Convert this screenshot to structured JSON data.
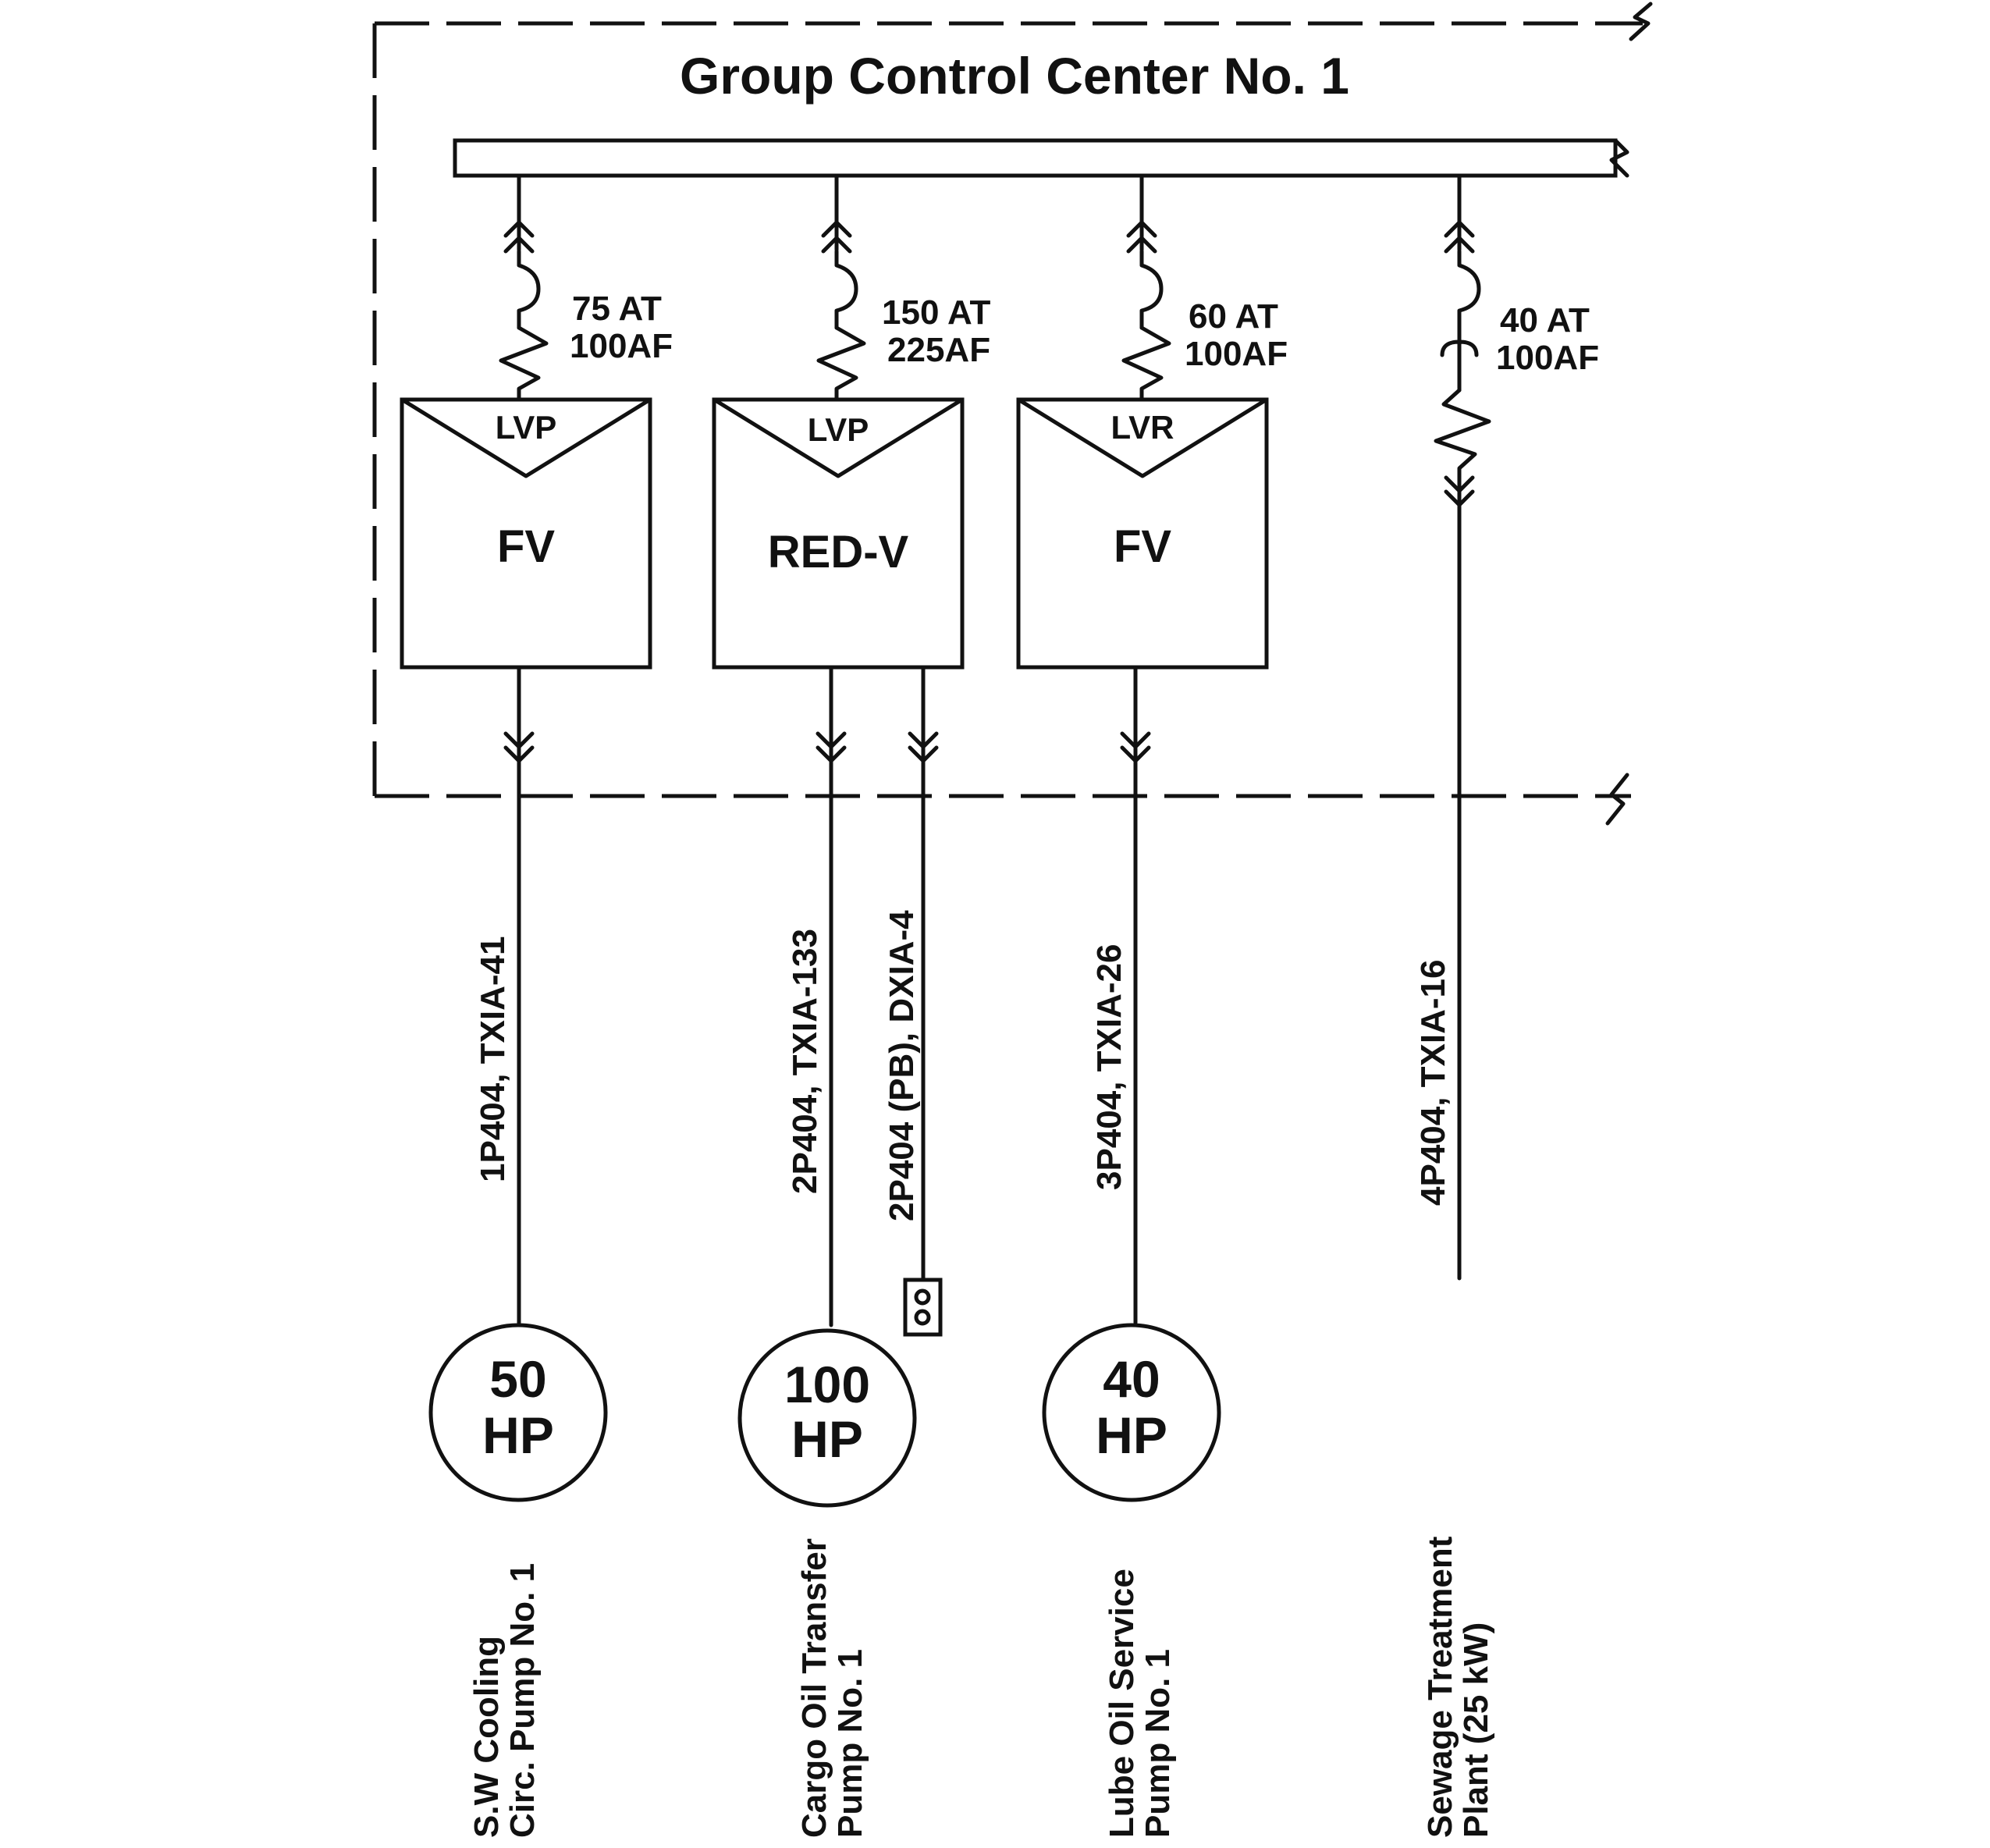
{
  "title": "Group Control Center No. 1",
  "feeders": [
    {
      "breaker_trip": "75 AT",
      "breaker_frame": "100AF",
      "protection": "LVP",
      "starter": "FV",
      "cable": "1P404, TXIA-41",
      "motor_size": "50",
      "motor_unit": "HP",
      "load_line1": "S.W Cooling",
      "load_line2": "Circ. Pump No. 1"
    },
    {
      "breaker_trip": "150 AT",
      "breaker_frame": "225AF",
      "protection": "LVP",
      "starter": "RED-V",
      "cable": "2P404, TXIA-133",
      "control_cable": "2P404 (PB), DXIA-4",
      "motor_size": "100",
      "motor_unit": "HP",
      "load_line1": "Cargo Oil Transfer",
      "load_line2": "Pump No. 1"
    },
    {
      "breaker_trip": "60 AT",
      "breaker_frame": "100AF",
      "protection": "LVR",
      "starter": "FV",
      "cable": "3P404, TXIA-26",
      "motor_size": "40",
      "motor_unit": "HP",
      "load_line1": "Lube Oil Service",
      "load_line2": "Pump No. 1"
    },
    {
      "breaker_trip": "40 AT",
      "breaker_frame": "100AF",
      "cable": "4P404, TXIA-16",
      "load_line1": "Sewage Treatment",
      "load_line2": "Plant (25 kW)"
    }
  ]
}
